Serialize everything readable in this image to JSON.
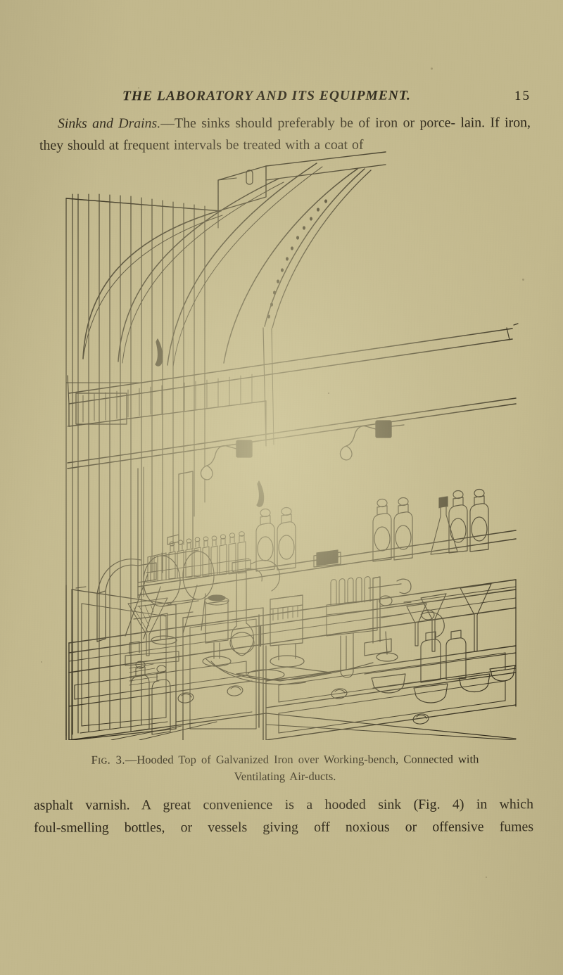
{
  "page": {
    "folio": "15",
    "running_head": "THE LABORATORY AND ITS EQUIPMENT.",
    "background_color": "#c3b98e",
    "ink_color": "#2a2417"
  },
  "body_top": {
    "lead_italic": "Sinks and Drains.",
    "line1_rest": "—The sinks should preferably be of iron or porce-",
    "line2": "lain.  If iron, they should at frequent intervals be treated with a coat of"
  },
  "figure": {
    "label": "Fig. 3.",
    "caption_line1": "—Hooded Top of Galvanized Iron over Working-bench, Connected with",
    "caption_line2": "Ventilating Air-ducts.",
    "alt": "Line engraving of a laboratory working-bench with a hooded galvanized iron top connected to ventilating air-ducts; shelf of reagent bottles, burners, flasks, funnels, test-tube rack, a muffle furnace, and cabinets with open doors below.",
    "elements": [
      "galvanized-hood",
      "ventilating-duct",
      "beaded-panel-wall",
      "gas-pipe-with-cocks",
      "reagent-bottle-shelf",
      "muffle-furnace",
      "test-tube-rack",
      "bunsen-burners",
      "funnels",
      "flasks",
      "sink-basin",
      "cabinet-doors",
      "drawers-with-knobs"
    ]
  },
  "body_bottom": {
    "line1": "asphalt varnish.  A great convenience is  a  hooded sink (Fig. 4) in which",
    "line2": "foul-smelling bottles, or vessels giving  off  noxious  or  offensive  fumes"
  }
}
